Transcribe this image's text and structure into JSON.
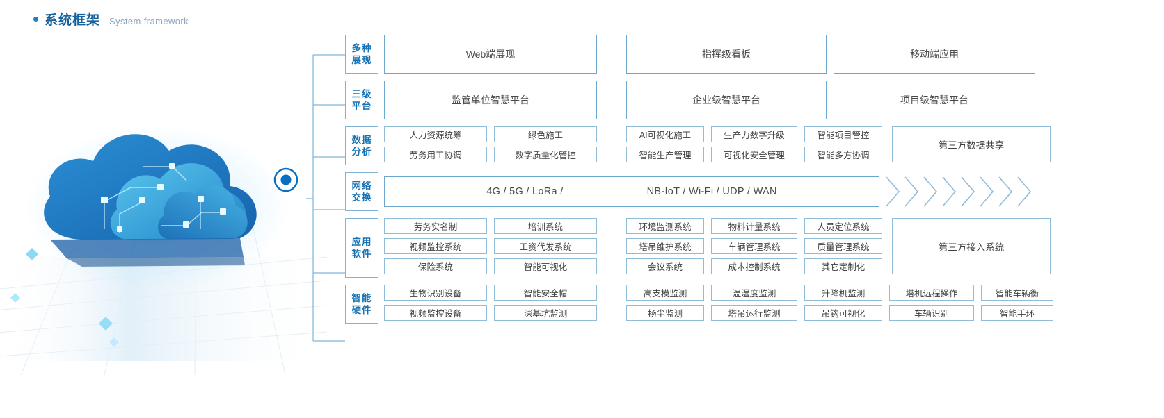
{
  "heading": {
    "bullet_icon": "dot-icon",
    "title_cn": "系统框架",
    "title_en": "System framework",
    "accent_color": "#15619b"
  },
  "artwork": {
    "name": "cloud-computing-illustration",
    "node_icon": "connection-node-icon",
    "colors": {
      "cloud_dark": "#1b6fbe",
      "cloud_light": "#6fd3f2",
      "node": "#0a6fc2"
    }
  },
  "diagram": {
    "border_color": "#8fbcd9",
    "label_color": "#1572b6",
    "rows": [
      {
        "label_lines": [
          "多种",
          "展现"
        ],
        "key": "presentation",
        "big_boxes": [
          "Web端展现",
          "指挥级看板",
          "移动端应用"
        ]
      },
      {
        "label_lines": [
          "三级",
          "平台"
        ],
        "key": "platform",
        "big_boxes": [
          "监管单位智慧平台",
          "企业级智慧平台",
          "项目级智慧平台"
        ]
      },
      {
        "label_lines": [
          "数据",
          "分析"
        ],
        "key": "data-analysis",
        "left_cells": [
          [
            "人力资源统筹",
            "劳务用工协调"
          ],
          [
            "绿色施工",
            "数字质量化管控"
          ]
        ],
        "right_cells": [
          [
            "AI可视化施工",
            "智能生产管理"
          ],
          [
            "生产力数字升级",
            "可视化安全管理"
          ],
          [
            "智能项目管控",
            "智能多方协调"
          ]
        ],
        "side_box": "第三方数据共享"
      },
      {
        "label_lines": [
          "网络",
          "交换"
        ],
        "key": "network-exchange",
        "net_left": "4G / 5G / LoRa /",
        "net_right": "NB-IoT / Wi-Fi / UDP / WAN",
        "chevron_count": 8
      },
      {
        "label_lines": [
          "应用",
          "软件"
        ],
        "key": "application-software",
        "left_cells": [
          [
            "劳务实名制",
            "视频监控系统",
            "保险系统"
          ],
          [
            "培训系统",
            "工资代发系统",
            "智能可视化"
          ]
        ],
        "right_cells": [
          [
            "环境监测系统",
            "塔吊维护系统",
            "会议系统"
          ],
          [
            "物料计量系统",
            "车辆管理系统",
            "成本控制系统"
          ],
          [
            "人员定位系统",
            "质量管理系统",
            "其它定制化"
          ]
        ],
        "side_box": "第三方接入系统"
      },
      {
        "label_lines": [
          "智能",
          "硬件"
        ],
        "key": "intelligent-hardware",
        "left_cells": [
          [
            "生物识别设备",
            "视频监控设备"
          ],
          [
            "智能安全帽",
            "深基坑监测"
          ]
        ],
        "right_cells": [
          [
            "高支模监测",
            "扬尘监测"
          ],
          [
            "温湿度监测",
            "塔吊运行监测"
          ],
          [
            "升降机监测",
            "吊钩可视化"
          ],
          [
            "塔机远程操作",
            "车辆识别"
          ],
          [
            "智能车辆衡",
            "智能手环"
          ]
        ]
      }
    ]
  }
}
